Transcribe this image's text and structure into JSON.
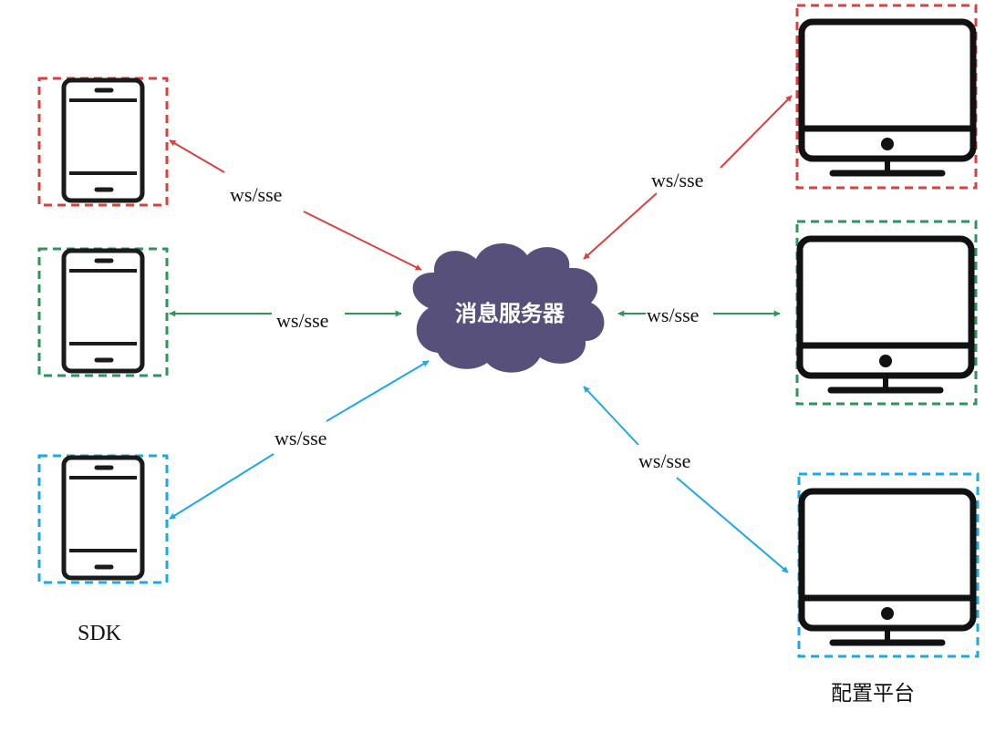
{
  "colors": {
    "red": "#d8413e",
    "green": "#2f9457",
    "blue": "#1ea7e6",
    "cloud": "#57507a",
    "device": "#1b1b1b"
  },
  "server": {
    "label": "消息服务器",
    "icon": "cloud-icon"
  },
  "sdk_group": {
    "caption": "SDK",
    "devices": [
      {
        "icon": "smartphone-icon",
        "color": "red"
      },
      {
        "icon": "smartphone-icon",
        "color": "green"
      },
      {
        "icon": "smartphone-icon",
        "color": "blue"
      }
    ]
  },
  "platform_group": {
    "caption": "配置平台",
    "devices": [
      {
        "icon": "monitor-icon",
        "color": "red"
      },
      {
        "icon": "monitor-icon",
        "color": "green"
      },
      {
        "icon": "monitor-icon",
        "color": "blue"
      }
    ]
  },
  "connections": [
    {
      "from": "sdk-phone-1",
      "to": "server",
      "label": "ws/sse",
      "color": "red"
    },
    {
      "from": "sdk-phone-2",
      "to": "server",
      "label": "ws/sse",
      "color": "green"
    },
    {
      "from": "sdk-phone-3",
      "to": "server",
      "label": "ws/sse",
      "color": "blue"
    },
    {
      "from": "platform-monitor-1",
      "to": "server",
      "label": "ws/sse",
      "color": "red"
    },
    {
      "from": "platform-monitor-2",
      "to": "server",
      "label": "ws/sse",
      "color": "green"
    },
    {
      "from": "platform-monitor-3",
      "to": "server",
      "label": "ws/sse",
      "color": "blue"
    }
  ]
}
